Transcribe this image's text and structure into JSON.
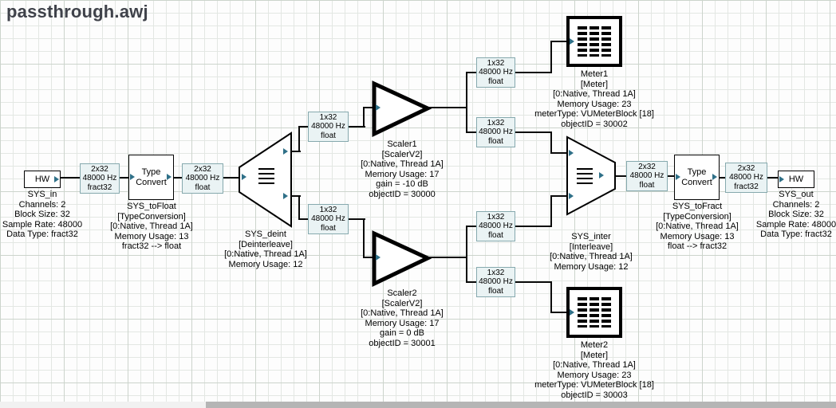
{
  "title": "passthrough.awj",
  "colors": {
    "wire": "#0a0a0a",
    "pin": "#2f7088",
    "wire_label_bg": "#eaf3f4",
    "wire_label_border": "#86a9ae",
    "grid": "#e3e7e3"
  },
  "blocks": {
    "sys_in": {
      "label": "HW",
      "caption": [
        "SYS_in",
        "Channels: 2",
        "Block Size: 32",
        "Sample Rate: 48000",
        "Data Type: fract32"
      ]
    },
    "sys_to_float": {
      "label": "Type Convert",
      "caption": [
        "SYS_toFloat",
        "[TypeConversion]",
        "[0:Native, Thread 1A]",
        "Memory Usage: 13",
        "fract32 --> float"
      ]
    },
    "sys_deint": {
      "caption": [
        "SYS_deint",
        "[Deinterleave]",
        "[0:Native, Thread 1A]",
        "Memory Usage: 12"
      ]
    },
    "scaler1": {
      "caption": [
        "Scaler1",
        "[ScalerV2]",
        "[0:Native, Thread 1A]",
        "Memory Usage: 17",
        "gain = -10 dB",
        "objectID = 30000"
      ]
    },
    "scaler2": {
      "caption": [
        "Scaler2",
        "[ScalerV2]",
        "[0:Native, Thread 1A]",
        "Memory Usage: 17",
        "gain = 0 dB",
        "objectID = 30001"
      ]
    },
    "meter1": {
      "caption": [
        "Meter1",
        "[Meter]",
        "[0:Native, Thread 1A]",
        "Memory Usage: 23",
        "meterType: VUMeterBlock [18]",
        "objectID = 30002"
      ]
    },
    "meter2": {
      "caption": [
        "Meter2",
        "[Meter]",
        "[0:Native, Thread 1A]",
        "Memory Usage: 23",
        "meterType: VUMeterBlock [18]",
        "objectID = 30003"
      ]
    },
    "sys_inter": {
      "caption": [
        "SYS_inter",
        "[Interleave]",
        "[0:Native, Thread 1A]",
        "Memory Usage: 12"
      ]
    },
    "sys_to_fract": {
      "label": "Type Convert",
      "caption": [
        "SYS_toFract",
        "[TypeConversion]",
        "[0:Native, Thread 1A]",
        "Memory Usage: 13",
        "float --> fract32"
      ]
    },
    "sys_out": {
      "label": "HW",
      "caption": [
        "SYS_out",
        "Channels: 2",
        "Block Size: 32",
        "Sample Rate: 48000",
        "Data Type: fract32"
      ]
    }
  },
  "wire_labels": {
    "in_to_float": [
      "2x32",
      "48000 Hz",
      "fract32"
    ],
    "float_to_deint": [
      "2x32",
      "48000 Hz",
      "float"
    ],
    "deint_to_scaler1": [
      "1x32",
      "48000 Hz",
      "float"
    ],
    "deint_to_scaler2": [
      "1x32",
      "48000 Hz",
      "float"
    ],
    "scaler1_to_meter1": [
      "1x32",
      "48000 Hz",
      "float"
    ],
    "scaler1_to_inter": [
      "1x32",
      "48000 Hz",
      "float"
    ],
    "scaler2_to_inter": [
      "1x32",
      "48000 Hz",
      "float"
    ],
    "scaler2_to_meter2": [
      "1x32",
      "48000 Hz",
      "float"
    ],
    "inter_to_fract": [
      "2x32",
      "48000 Hz",
      "float"
    ],
    "fract_to_out": [
      "2x32",
      "48000 Hz",
      "fract32"
    ]
  }
}
